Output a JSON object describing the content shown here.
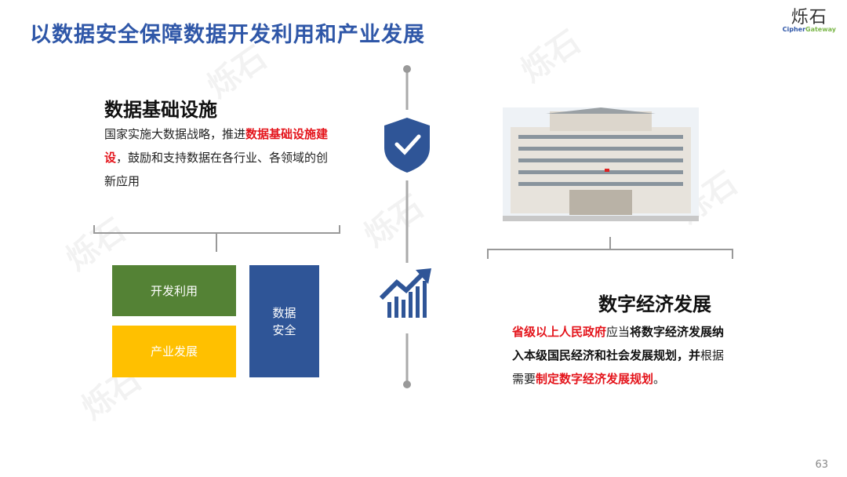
{
  "title": "以数据安全保障数据开发利用和产业发展",
  "logo": {
    "zh": "烁石",
    "en_a": "Cipher",
    "en_b": "Gateway"
  },
  "left": {
    "heading": "数据基础设施",
    "p1": "国家实施大数据战略，推进",
    "p1_red": "数据基础设施建设",
    "p1_end": "，鼓励和支持数据在各行业、各领域的创新应用",
    "boxes": {
      "dev": "开发利用",
      "industry": "产业发展",
      "security_l1": "数据",
      "security_l2": "安全"
    }
  },
  "right": {
    "heading": "数字经济发展",
    "r1": "省级以上人民政府",
    "n1": "应当",
    "b1": "将数字经济发展纳入本级国民经济和社会发展规划，并",
    "n2": "根据需要",
    "r2": "制定数字经济发展规划",
    "end": "。"
  },
  "colors": {
    "green": "#548235",
    "yellow": "#ffc000",
    "blue": "#2f5597",
    "title": "#2f57a8",
    "red": "#e4141b"
  },
  "page_number": "63"
}
